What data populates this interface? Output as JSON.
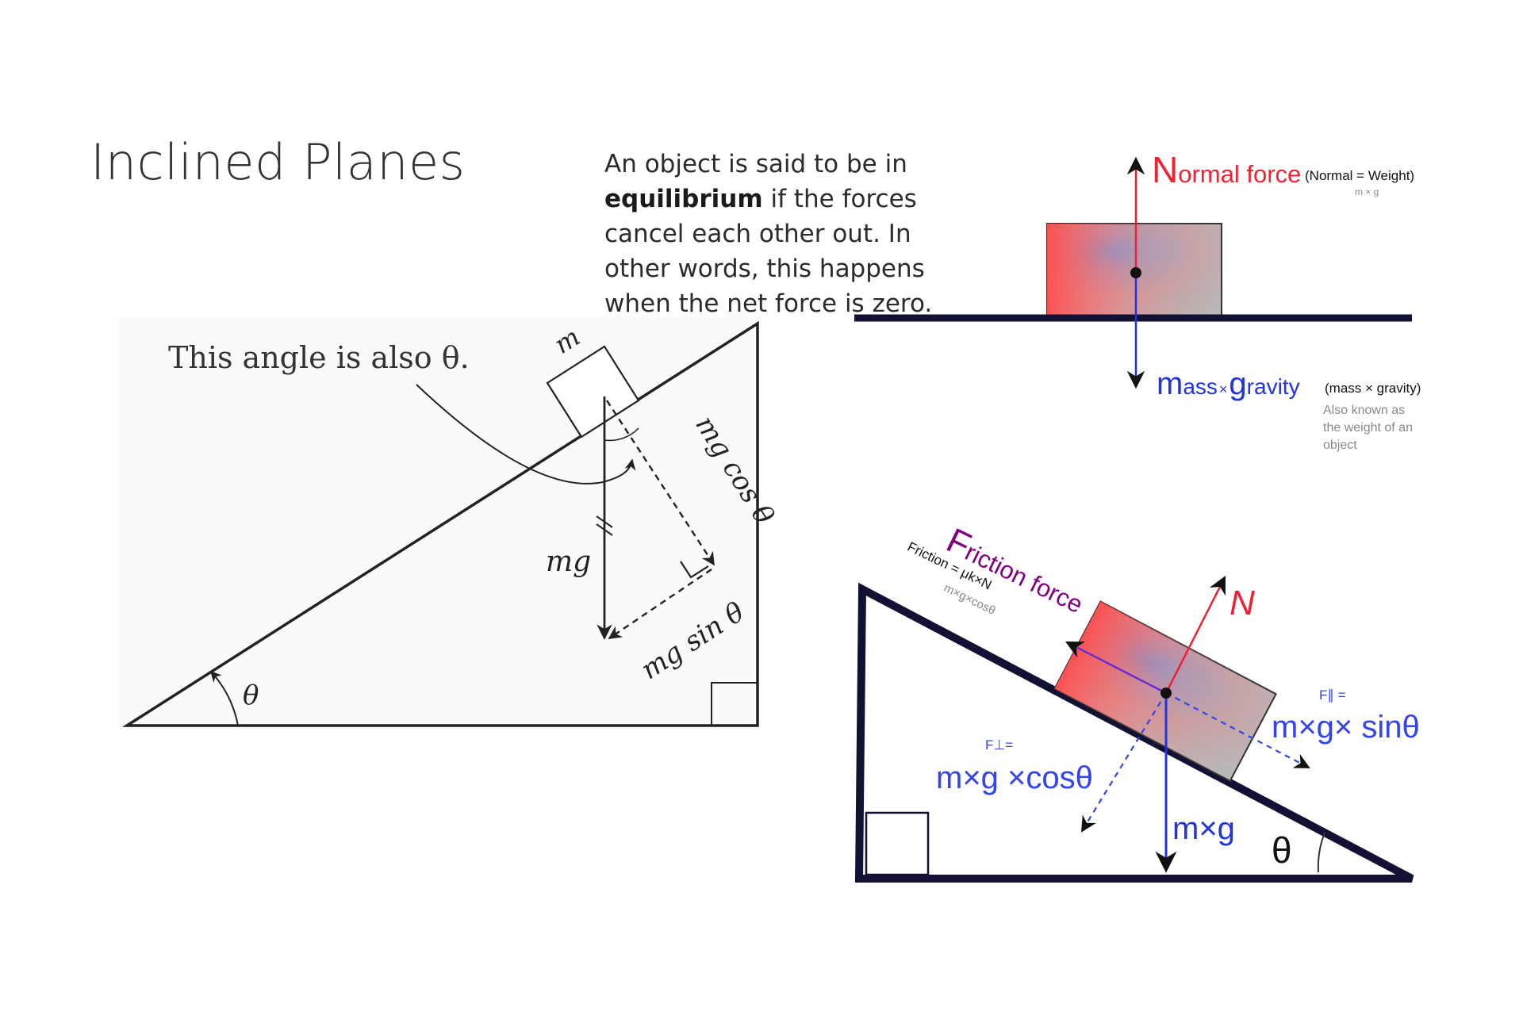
{
  "title": "Inclined Planes",
  "intro": {
    "text_before": "An object is said to be in ",
    "bold": "equilibrium",
    "text_after": " if the forces cancel each other out. In other words, this happens when the net force is zero."
  },
  "left_diagram": {
    "annotation": "This angle is also θ.",
    "mass": "m",
    "weight": "mg",
    "normal_component": "mg cos θ",
    "parallel_component": "mg sin θ",
    "base_angle": "θ"
  },
  "flat_diagram": {
    "normal_first": "N",
    "normal_rest": "ormal force",
    "normal_note": "(Normal = Weight)",
    "normal_formula": "m × g",
    "gravity_m": "m",
    "gravity_ass": "ass",
    "gravity_times": "×",
    "gravity_g": "g",
    "gravity_ravity": "ravity",
    "gravity_note": "(mass × gravity)",
    "weight_note": [
      "Also known as",
      "the weight of an",
      "object"
    ]
  },
  "incline_diagram": {
    "friction_first": "F",
    "friction_rest": "riction force",
    "friction_formula": "Friction = μk×N",
    "friction_subformula": "m×g×cosθ",
    "normal": "N",
    "parallel_label": "F∥ =",
    "parallel_value": "m×g× sinθ",
    "perp_label": "F⊥=",
    "perp_value": "m×g ×cosθ",
    "weight": "m×g",
    "angle": "θ"
  },
  "colors": {
    "normal": "#ee2233",
    "gravity": "#2233dd",
    "friction": "#800080",
    "components": "#3344ee",
    "surface": "#111133"
  }
}
